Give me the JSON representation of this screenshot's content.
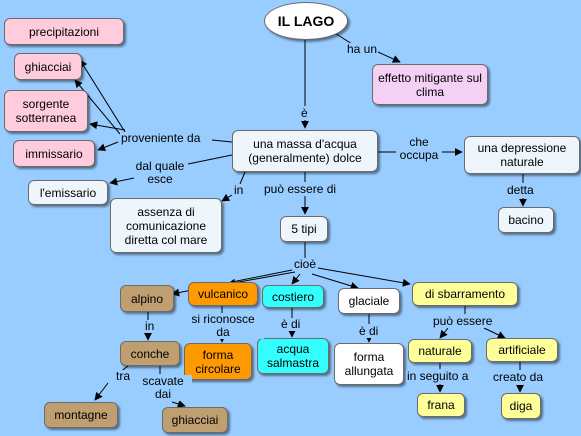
{
  "colors": {
    "background": "#99ccff",
    "white": "#ffffff",
    "light": "#eef6fb",
    "pink": "#ffccdd",
    "lilac": "#f4d0f4",
    "tan": "#bf9f6f",
    "orange": "#ff9900",
    "cyan": "#33ffff",
    "yellow": "#ffff99",
    "line": "#000000"
  },
  "nodes": {
    "title": "IL LAGO",
    "precipitazioni": "precipitazioni",
    "ghiacciai_top": "ghiacciai",
    "sorgente": "sorgente sotterranea",
    "immissario": "immissario",
    "emissario": "l'emissario",
    "effetto": "effetto mitigante sul clima",
    "massa": "una massa d'acqua (generalmente) dolce",
    "depressione": "una depressione naturale",
    "bacino": "bacino",
    "assenza": "assenza di comunicazione diretta col mare",
    "cinque_tipi": "5 tipi",
    "alpino": "alpino",
    "vulcanico": "vulcanico",
    "costiero": "costiero",
    "glaciale": "glaciale",
    "sbarramento": "di sbarramento",
    "conche": "conche",
    "forma_circolare": "forma circolare",
    "acqua_salmastra": "acqua salmastra",
    "forma_allungata": "forma allungata",
    "naturale": "naturale",
    "artificiale": "artificiale",
    "montagne": "montagne",
    "ghiacciai_bottom": "ghiacciai",
    "frana": "frana",
    "diga": "diga"
  },
  "links": {
    "ha_un": "ha un",
    "e": "è",
    "proveniente_da": "proveniente da",
    "dal_quale_esce": "dal quale esce",
    "che_occupa": "che occupa",
    "detta": "detta",
    "in_top": "in",
    "puo_essere_di": "può essere di",
    "cioe": "cioè",
    "in_alpino": "in",
    "si_riconosce_da": "si riconosce da",
    "e_di_costiero": "è di",
    "e_di_glaciale": "è di",
    "puo_essere": "può essere",
    "tra": "tra",
    "scavate_dai": "scavate dai",
    "in_seguito_a": "in seguito a",
    "creato_da": "creato da"
  }
}
